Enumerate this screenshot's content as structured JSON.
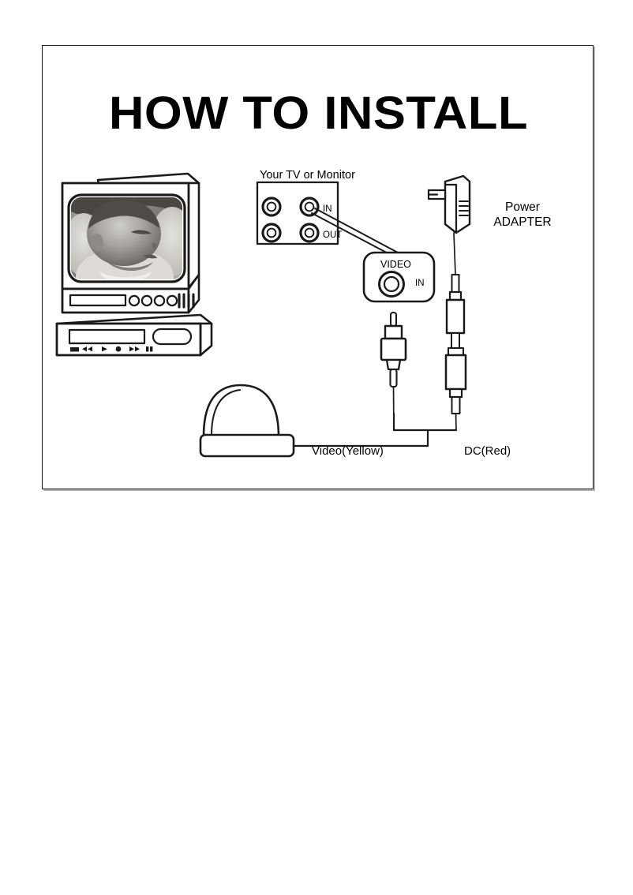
{
  "document": {
    "title": "HOW TO INSTALL",
    "page_background": "#ffffff",
    "frame_border_color": "#1a1a1a"
  },
  "diagram": {
    "type": "installation-wiring-diagram",
    "devices": [
      {
        "name": "tv-monitor",
        "kind": "crt-television-on-vcr",
        "screen_content": "grayscale photo of a baby",
        "front_panel_controls": "4 round knobs and 4 vertical slider bars",
        "vcr_controls": "stop, rewind, play, record, fast-forward, pause"
      },
      {
        "name": "av-jack-panel",
        "kind": "rca-jack-panel",
        "jacks": 4,
        "jack_labels": [
          "IN",
          "OUT"
        ]
      },
      {
        "name": "video-receiver-module",
        "kind": "video-input-module",
        "port_label": "VIDEO",
        "direction_label": "IN"
      },
      {
        "name": "power-adapter",
        "kind": "ac-wall-adapter"
      },
      {
        "name": "dome-camera",
        "kind": "dome-security-camera"
      }
    ],
    "cables": [
      {
        "name": "video-cable",
        "label": "Video(Yellow)",
        "connector": "rca-plug"
      },
      {
        "name": "dc-power-cable",
        "label": "DC(Red)",
        "connector": "dc-barrel-plug"
      }
    ]
  },
  "labels": {
    "tv_monitor": "Your TV or Monitor",
    "power_adapter_line1": "Power",
    "power_adapter_line2": "ADAPTER",
    "video_yellow": "Video(Yellow)",
    "dc_red": "DC(Red)",
    "jack_in": "IN",
    "jack_out": "OUT",
    "video_port": "VIDEO",
    "video_in": "IN"
  },
  "colors": {
    "line": "#1a1a1a",
    "fill": "#ffffff",
    "screen_dark": "#3a3a3a",
    "screen_mid": "#8c8c8c",
    "screen_light": "#d8d8d8"
  }
}
